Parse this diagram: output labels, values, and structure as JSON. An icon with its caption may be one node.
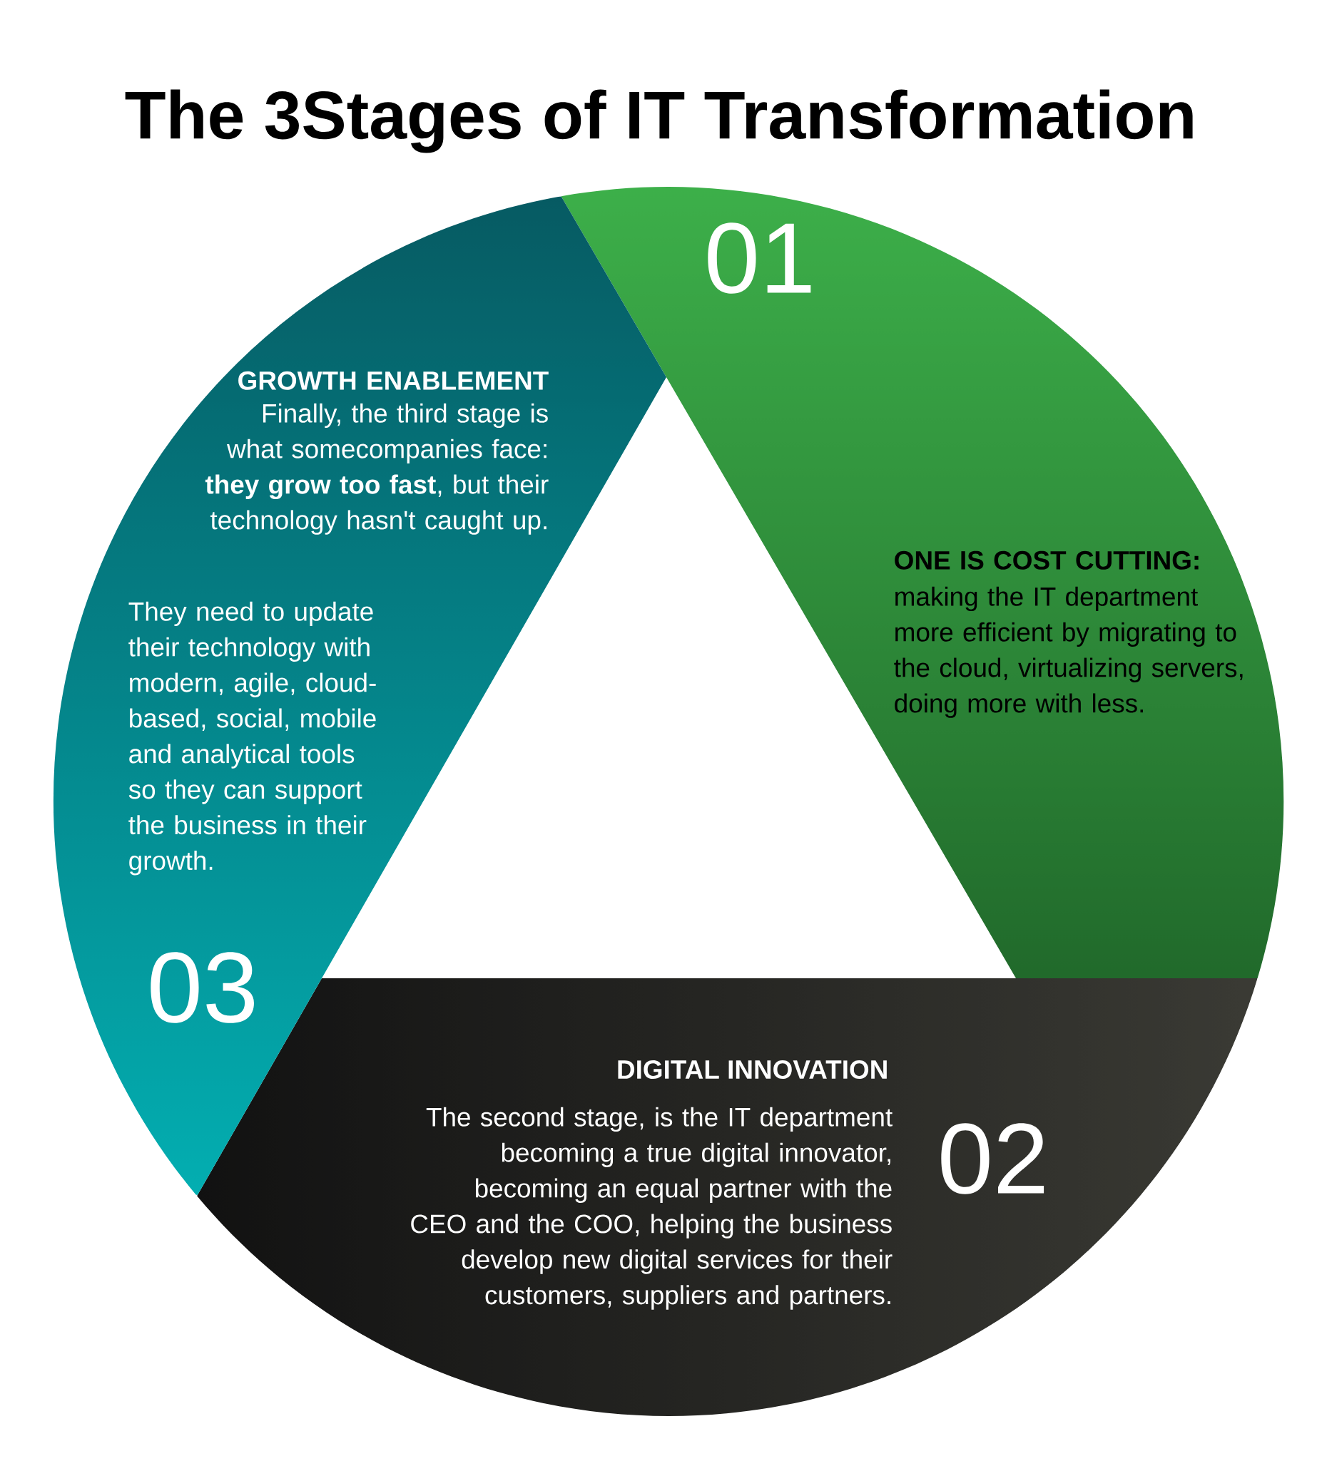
{
  "diagram": {
    "title": "The 3Stages of IT Transformation",
    "nodes": [
      {
        "text": [
          "01",
          "ONE IS COST CUTTING:",
          "making the IT department more efficient by migrating to the cloud, virtualizing servers, doing more with less."
        ]
      },
      {
        "text": [
          "DIGITAL INNOVATION",
          "The second stage, is the IT department becoming a true digital innovator, becoming an equal partner with the CEO and the COO, helping the business develop new digital services for their customers, suppliers and partners.",
          "02"
        ]
      },
      {
        "text": [
          "GROWTH ENABLEMENT",
          "Finally, the third stage is what somecompanies face: **they grow too fast**, but their technology hasn't caught up.",
          "They need to update their technology with modern, agile, cloud-based, social, mobile and analytical tools so they can support the business in their growth.",
          "03"
        ]
      }
    ]
  }
}
